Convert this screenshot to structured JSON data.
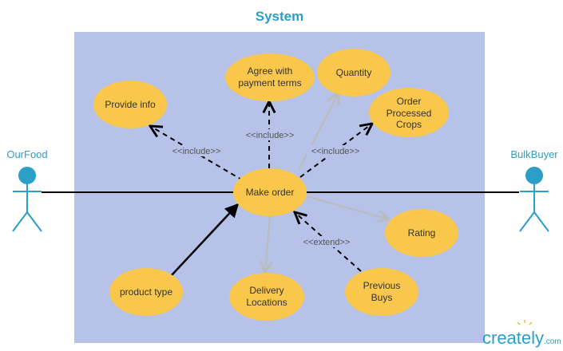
{
  "title": "System",
  "colors": {
    "title": "#2a9fc8",
    "boundary_fill": "#b6c2e8",
    "use_case_fill": "#f9c74c",
    "actor": "#2a9fc8",
    "association": "#000000",
    "dependency": "#000000",
    "flow": "#bbbbbb",
    "brand_blue": "#2a9fc8",
    "brand_orange": "#f2a900"
  },
  "actors": [
    {
      "id": "ourfood",
      "name": "OurFood"
    },
    {
      "id": "bulkbuyer",
      "name": "BulkBuyer"
    }
  ],
  "use_cases": [
    {
      "id": "make-order",
      "lines": [
        "Make order"
      ]
    },
    {
      "id": "provide-info",
      "lines": [
        "Provide info"
      ]
    },
    {
      "id": "agree-payment",
      "lines": [
        "Agree with",
        "payment terms"
      ]
    },
    {
      "id": "quantity",
      "lines": [
        "Quantity"
      ]
    },
    {
      "id": "order-crops",
      "lines": [
        "Order",
        "Processed",
        "Crops"
      ]
    },
    {
      "id": "rating",
      "lines": [
        "Rating"
      ]
    },
    {
      "id": "previous-buys",
      "lines": [
        "Previous",
        "Buys"
      ]
    },
    {
      "id": "delivery-locations",
      "lines": [
        "Delivery",
        "Locations"
      ]
    },
    {
      "id": "product-type",
      "lines": [
        "product type"
      ]
    }
  ],
  "relationships": [
    {
      "id": "include-provide-info",
      "label": "<<include>>"
    },
    {
      "id": "include-agree-payment",
      "label": "<<include>>"
    },
    {
      "id": "include-order-crops",
      "label": "<<include>>"
    },
    {
      "id": "extend-previous-buys",
      "label": "<<extend>>"
    }
  ],
  "watermark": {
    "brand": "creately",
    "suffix": ".com"
  }
}
